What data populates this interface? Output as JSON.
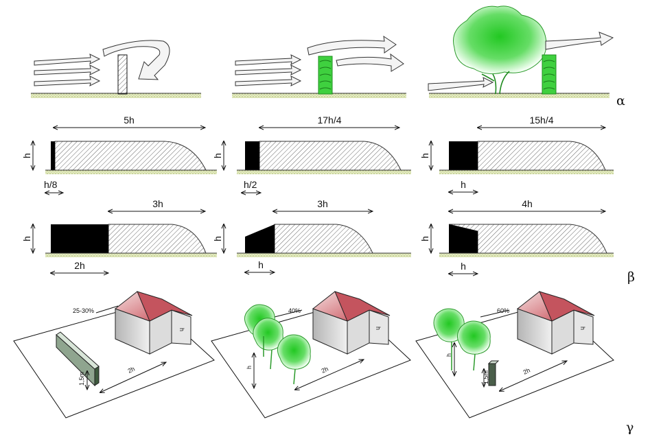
{
  "section_labels": {
    "a": "α",
    "b": "β",
    "c": "γ"
  },
  "row1": [
    {
      "distance": "5h",
      "base": "h/8"
    },
    {
      "distance": "17h/4",
      "base": "h/2"
    },
    {
      "distance": "15h/4",
      "base": "h"
    }
  ],
  "row2": [
    {
      "distance": "3h",
      "base": "2h"
    },
    {
      "distance": "3h",
      "base": "h"
    },
    {
      "distance": "4h",
      "base": "h"
    }
  ],
  "height_symbol": "h",
  "row3": [
    {
      "percent": "25-30%",
      "dist": "2h",
      "height": "1,5m",
      "house_h": "h"
    },
    {
      "percent": "40%",
      "dist": "2h",
      "height": "h",
      "house_h": "h"
    },
    {
      "percent": "60%",
      "dist": "2h",
      "height": "1,5m",
      "tree_h": "h",
      "house_h": "h"
    }
  ],
  "colors": {
    "ground": "#dfe6b8",
    "green": "#33cc33",
    "roof": "#d9737a",
    "barrier": "#000000"
  },
  "icons": [
    "arrow-wind-icon",
    "solid-fence-icon",
    "hedge-icon",
    "tree-icon",
    "house-icon"
  ]
}
